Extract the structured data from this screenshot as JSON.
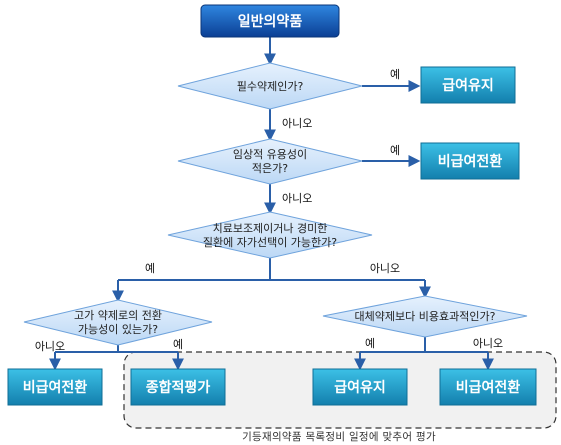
{
  "start": {
    "label": "일반의약품"
  },
  "q1": {
    "text": "필수약제인가?",
    "yes": "예",
    "no": "아니오",
    "result_yes": "급여유지"
  },
  "q2": {
    "text_line1": "임상적 유용성이",
    "text_line2": "적은가?",
    "yes": "예",
    "no": "아니오",
    "result_yes": "비급여전환"
  },
  "q3": {
    "text_line1": "치료보조제이거나 경미한",
    "text_line2": "질환에 자가선택이 가능한가?",
    "yes": "예",
    "no": "아니오"
  },
  "q4": {
    "text_line1": "고가 약제로의 전환",
    "text_line2": "가능성이 있는가?",
    "no": "아니오",
    "yes": "예",
    "result_no": "비급여전환",
    "result_yes": "종합적평가"
  },
  "q5": {
    "text": "대체약제보다 비용효과적인가?",
    "yes": "예",
    "no": "아니오",
    "result_yes": "급여유지",
    "result_no": "비급여전환"
  },
  "evaluation_group": {
    "caption": "기등재의약품 목록정비 일정에 맞추어 평가"
  },
  "colors": {
    "box_top": "#1b6fcc",
    "box_bottom": "#0a3f8f",
    "result_top": "#2eb0d9",
    "result_bottom": "#1684b0",
    "diamond_fill": "#d6e8fb",
    "diamond_stroke": "#6fa3dc",
    "line": "#2a5fa8",
    "dashed": "#333333"
  }
}
